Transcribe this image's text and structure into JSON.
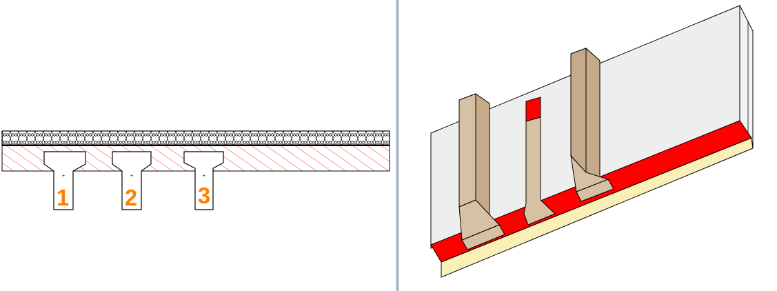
{
  "section_view": {
    "beam_labels": [
      "1",
      "2",
      "3"
    ],
    "label_color": "#ff7f00",
    "hatch_color": "#ff0000"
  },
  "model_view": {
    "colors": {
      "slab_face": "#eeeeee",
      "topping_layer": "#ff0000",
      "finish_layer": "#fbefb8",
      "beam_light": "#d7c1a5",
      "beam_dark": "#c6aa8a",
      "cut_section": "#ff0000"
    }
  },
  "splitter": {
    "color": "#a9b6c4"
  }
}
